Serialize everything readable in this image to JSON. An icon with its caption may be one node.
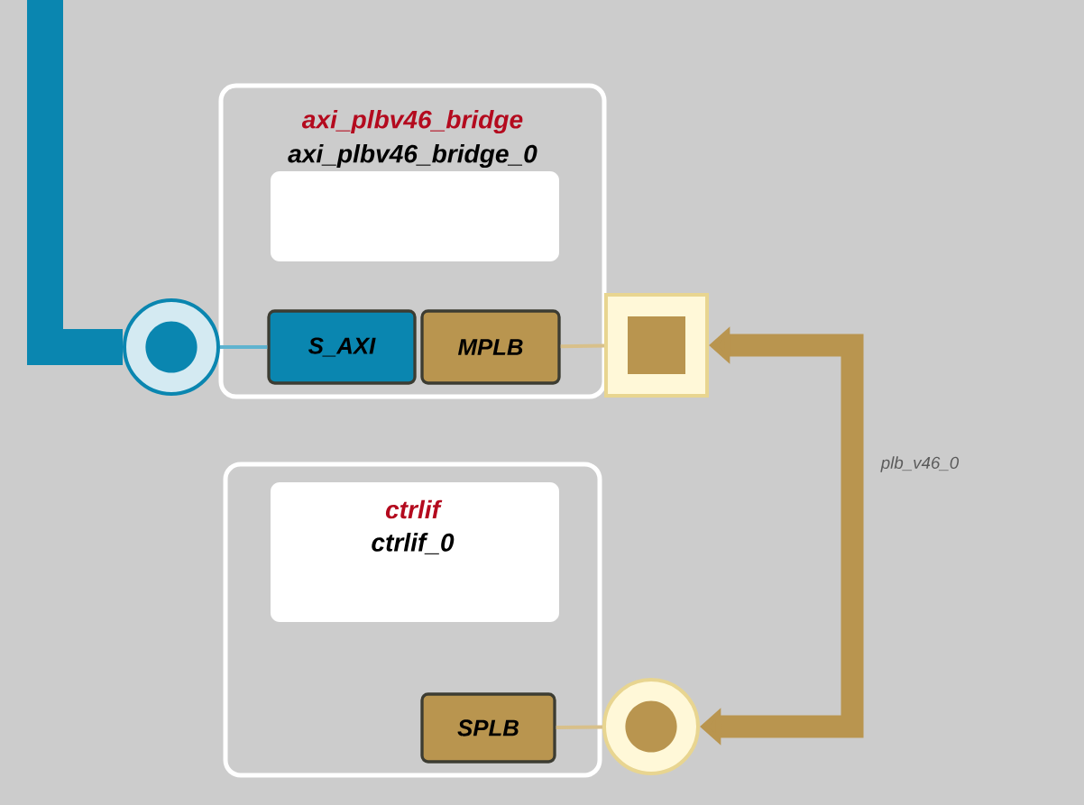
{
  "diagram": {
    "nodes": [
      {
        "text": [
          "axi_plbv46_bridge",
          "axi_plbv46_bridge_0"
        ]
      },
      {
        "text": [
          "S_AXI"
        ],
        "in": 0
      },
      {
        "text": [
          "MPLB"
        ],
        "in": 0
      },
      {
        "text": [
          "ctrlif",
          "ctrlif_0"
        ]
      },
      {
        "text": [
          "SPLB"
        ],
        "in": 3
      },
      {
        "text": [],
        "shape": "circle"
      },
      {
        "text": [],
        "shape": "box"
      },
      {
        "text": [],
        "shape": "circle"
      }
    ],
    "edges": [
      {
        "from": null,
        "to": 5,
        "arrow": "none",
        "style": "thick",
        "color": "#0a86b0"
      },
      {
        "from": 5,
        "to": 1,
        "arrow": "none",
        "color": "#5fb3cf"
      },
      {
        "from": 2,
        "to": 6,
        "arrow": "none",
        "color": "#d8c08a"
      },
      {
        "from": 4,
        "to": 7,
        "arrow": "none",
        "color": "#d8c08a"
      },
      {
        "from": 6,
        "to": 7,
        "arrow": "both",
        "style": "thick",
        "color": "#b9954f",
        "label": "plb_v46_0"
      }
    ]
  }
}
